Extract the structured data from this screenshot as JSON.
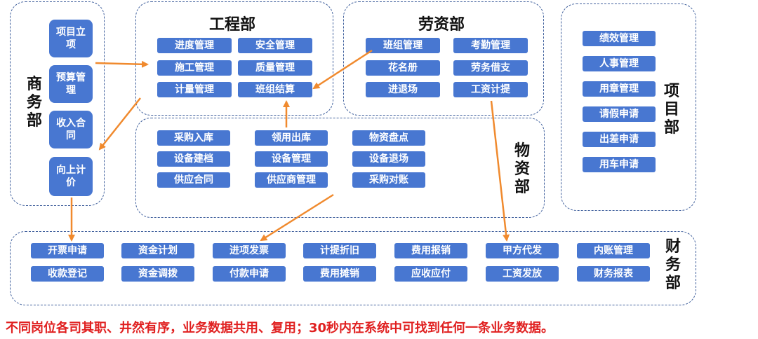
{
  "colors": {
    "box": "#4877d1",
    "arrow": "#f08a2e",
    "border": "#3f5f9c",
    "tagline": "#e02020"
  },
  "shangwu": {
    "title": "商务部",
    "items": [
      "项目立项",
      "预算管理",
      "收入合同",
      "向上计价"
    ]
  },
  "gongcheng": {
    "title": "工程部",
    "items": [
      "进度管理",
      "安全管理",
      "施工管理",
      "质量管理",
      "计量管理",
      "班组结算"
    ]
  },
  "laozi": {
    "title": "劳资部",
    "items": [
      "班组管理",
      "考勤管理",
      "花名册",
      "劳务借支",
      "进退场",
      "工资计提"
    ]
  },
  "xiangmu": {
    "title": "项目部",
    "items": [
      "绩效管理",
      "人事管理",
      "用章管理",
      "请假申请",
      "出差申请",
      "用车申请"
    ]
  },
  "wuzi": {
    "title": "物资部",
    "items": [
      "采购入库",
      "领用出库",
      "物资盘点",
      "设备建档",
      "设备管理",
      "设备退场",
      "供应合同",
      "供应商管理",
      "采购对账"
    ]
  },
  "caiwu": {
    "title": "财务部",
    "items": [
      "开票申请",
      "资金计划",
      "进项发票",
      "计提折旧",
      "费用报销",
      "甲方代发",
      "内账管理",
      "收款登记",
      "资金调拨",
      "付款申请",
      "费用摊销",
      "应收应付",
      "工资发放",
      "财务报表"
    ]
  },
  "tagline": "不同岗位各司其职、井然有序，业务数据共用、复用；30秒内在系统中可找到任何一条业务数据。"
}
